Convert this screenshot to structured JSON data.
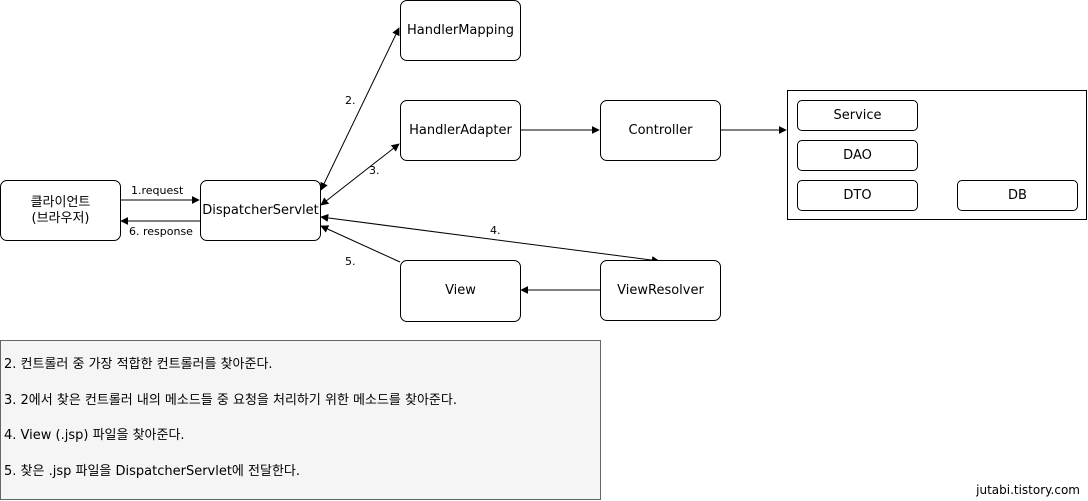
{
  "nodes": {
    "client_line1": "클라이언트",
    "client_line2": "(브라우저)",
    "dispatcher": "DispatcherServlet",
    "handler_mapping": "HandlerMapping",
    "handler_adapter": "HandlerAdapter",
    "controller": "Controller",
    "view": "View",
    "view_resolver": "ViewResolver"
  },
  "group": {
    "service": "Service",
    "dao": "DAO",
    "dto": "DTO",
    "db": "DB"
  },
  "edge_labels": {
    "request": "1.request",
    "step2": "2.",
    "step3": "3.",
    "step4": "4.",
    "step5": "5.",
    "response": "6. response"
  },
  "notes": [
    "2. 컨트롤러 중 가장 적합한 컨트롤러를 찾아준다.",
    "3. 2에서 찾은 컨트롤러 내의 메소드들 중 요청을 처리하기 위한 메소드를 찾아준다.",
    "4. View (.jsp) 파일을 찾아준다.",
    "5. 찾은 .jsp 파일을 DispatcherServlet에 전달한다."
  ],
  "credit": "jutabi.tistory.com"
}
